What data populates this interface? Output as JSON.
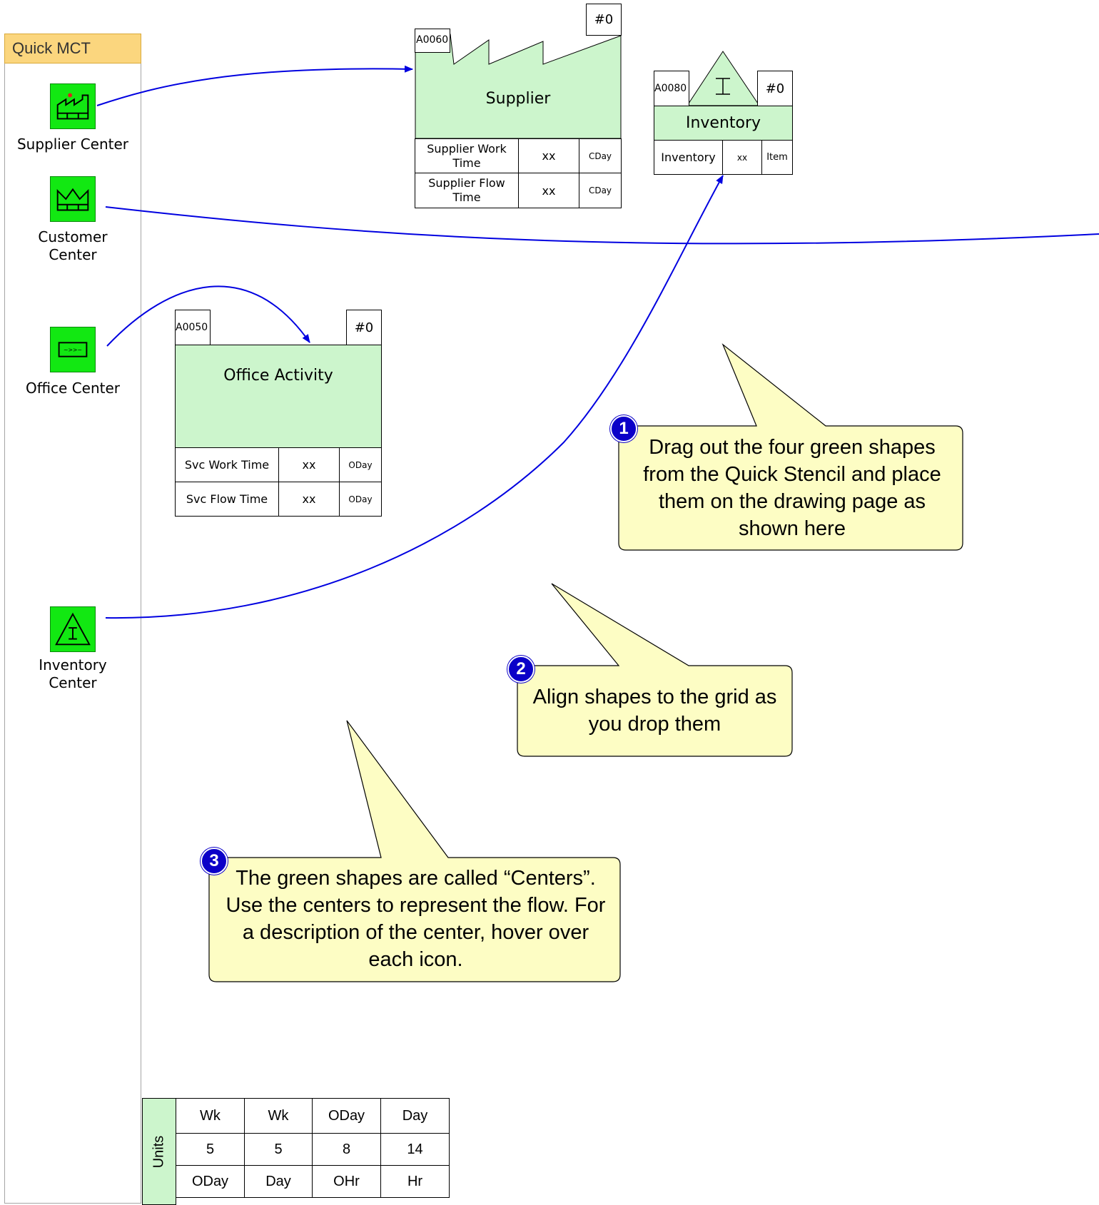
{
  "stencil": {
    "title": "Quick MCT",
    "items": [
      {
        "label": "Supplier Center",
        "icon": "factory-icon"
      },
      {
        "label": "Customer\nCenter",
        "icon": "customer-icon"
      },
      {
        "label": "Office Center",
        "icon": "office-icon"
      },
      {
        "label": "Inventory\nCenter",
        "icon": "inventory-icon"
      }
    ]
  },
  "supplier": {
    "id": "A0060",
    "count": "#0",
    "title": "Supplier",
    "rows": [
      {
        "label": "Supplier Work Time",
        "value": "xx",
        "unit": "CDay"
      },
      {
        "label": "Supplier Flow Time",
        "value": "xx",
        "unit": "CDay"
      }
    ]
  },
  "inventory": {
    "id": "A0080",
    "count": "#0",
    "title": "Inventory",
    "row": {
      "label": "Inventory",
      "value": "xx",
      "unit": "Item"
    }
  },
  "office": {
    "id": "A0050",
    "count": "#0",
    "title": "Office Activity",
    "rows": [
      {
        "label": "Svc Work Time",
        "value": "xx",
        "unit": "ODay"
      },
      {
        "label": "Svc Flow Time",
        "value": "xx",
        "unit": "ODay"
      }
    ]
  },
  "callouts": [
    {
      "num": "1",
      "text": "Drag out the four green shapes from the Quick Stencil and place them on the drawing page as shown here"
    },
    {
      "num": "2",
      "text": "Align shapes to the grid as you drop them"
    },
    {
      "num": "3",
      "text": "The green shapes are called “Centers”. Use the centers to represent the flow. For a description of the center, hover over each icon."
    }
  ],
  "units": {
    "label": "Units",
    "rows": [
      [
        "Wk",
        "Wk",
        "ODay",
        "Day"
      ],
      [
        "5",
        "5",
        "8",
        "14"
      ],
      [
        "ODay",
        "Day",
        "OHr",
        "Hr"
      ]
    ]
  },
  "colors": {
    "connector": "#0000e0",
    "center_green": "#12e812",
    "shape_fill": "#ccf5cc",
    "callout_fill": "#fdfdc4",
    "badge": "#0b00c8"
  }
}
